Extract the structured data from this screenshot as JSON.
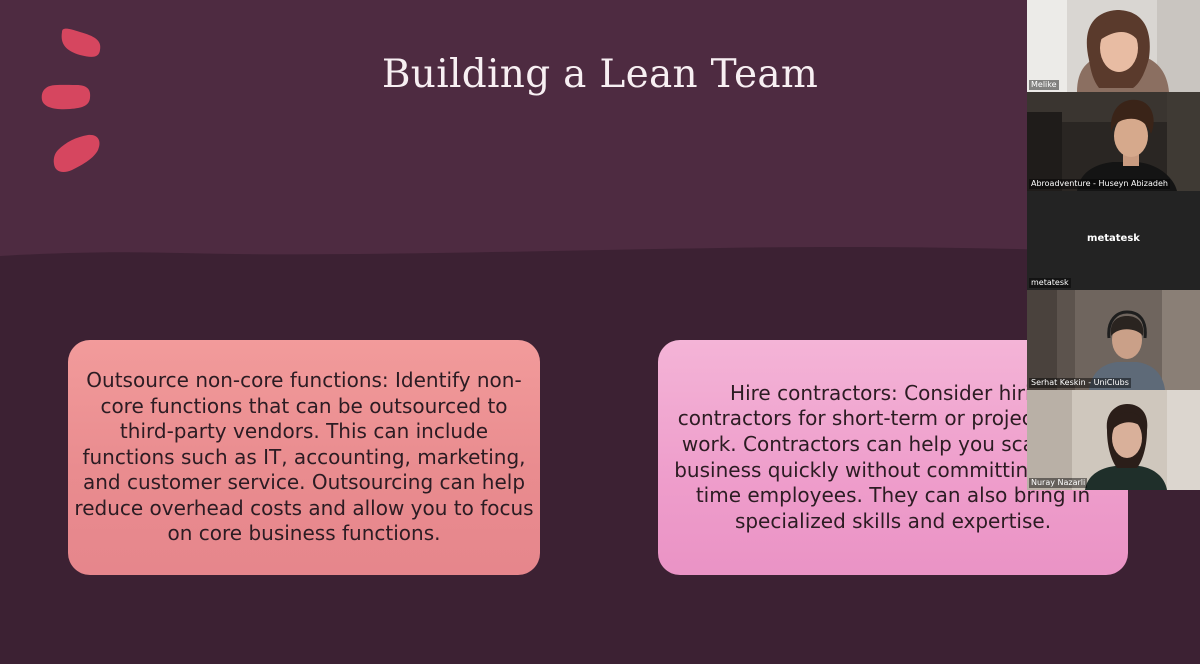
{
  "slide": {
    "title": "Building a Lean Team",
    "left_card": {
      "text": "Outsource non-core functions: Identify non-core functions that can be outsourced to third-party vendors. This can include functions such as IT, accounting, marketing, and customer service. Outsourcing can help reduce overhead costs and allow you to focus on core business functions."
    },
    "right_card": {
      "text": "Hire contractors: Consider hiring contractors for short-term or project-based work. Contractors can help you scale your business quickly without committing to full-time employees. They can also bring in specialized skills and expertise."
    },
    "colors": {
      "upper_background": "#4e2b41",
      "lower_background": "#3c2133",
      "accent_strokes": "#d6465f",
      "left_card": "#ec8f93",
      "right_card": "#f0a6cf"
    }
  },
  "video_gallery": {
    "participants": [
      {
        "name": "Melike",
        "video": "on"
      },
      {
        "name": "Abroadventure - Huseyn Abizadeh",
        "video": "on"
      },
      {
        "name": "metatesk",
        "display_name": "metatesk",
        "video": "off"
      },
      {
        "name": "Serhat Keskin - UniClubs",
        "video": "on"
      },
      {
        "name": "Nuray Nazarli",
        "video": "on"
      }
    ]
  }
}
